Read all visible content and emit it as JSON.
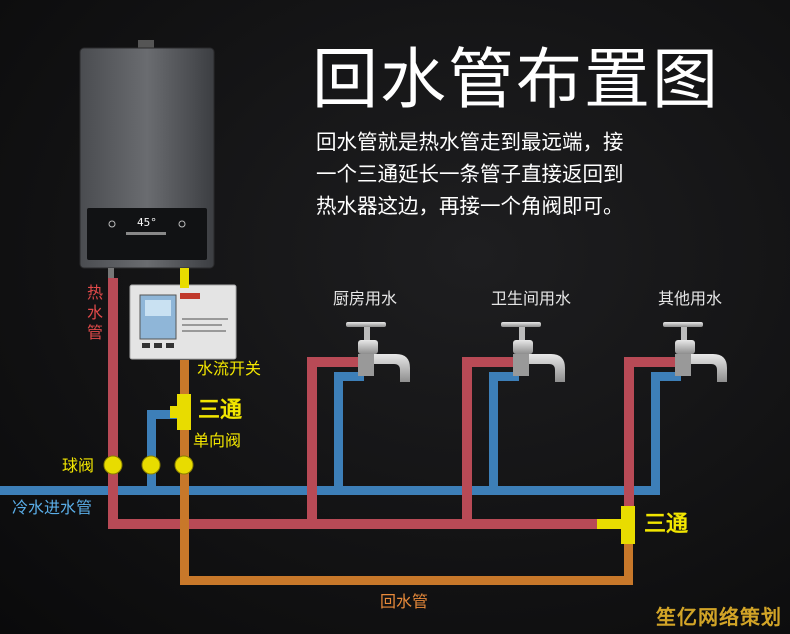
{
  "title": "回水管布置图",
  "description": [
    "回水管就是热水管走到最远端，接",
    "一个三通延长一条管子直接返回到",
    "热水器这边，再接一个角阀即可。"
  ],
  "heater": {
    "display_temp": "45°"
  },
  "labels": {
    "hot_pipe": [
      "热",
      "水",
      "管"
    ],
    "flow_switch": "水流开关",
    "tee_top": "三通",
    "check_valve": "单向阀",
    "ball_valve": "球阀",
    "cold_inlet": "冷水进水管",
    "tee_right": "三通",
    "return_pipe": "回水管"
  },
  "faucets": [
    {
      "label": "厨房用水"
    },
    {
      "label": "卫生间用水"
    },
    {
      "label": "其他用水"
    }
  ],
  "watermark": "笙亿网络策划",
  "colors": {
    "hot": "#b84a56",
    "cold": "#3d7fb8",
    "return": "#c8782a",
    "tee": "#e8dc00"
  }
}
